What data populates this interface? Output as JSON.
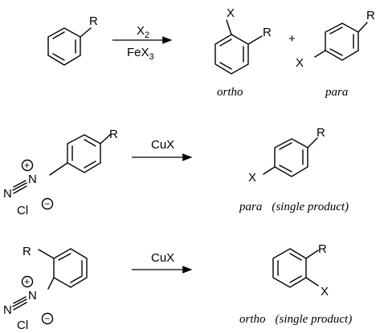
{
  "reaction1": {
    "reactant_substituent": "R",
    "reagent_top": "X",
    "reagent_top_sub": "2",
    "reagent_bottom_main": "FeX",
    "reagent_bottom_sub": "3",
    "plus": "+",
    "product_ortho": {
      "x_label": "X",
      "r_label": "R",
      "caption": "ortho"
    },
    "product_para": {
      "x_label": "X",
      "r_label": "R",
      "caption": "para"
    }
  },
  "reaction2": {
    "r_label": "R",
    "n_plus": "N",
    "n_terminal": "N",
    "charge_plus": "+",
    "counterion": "Cl",
    "charge_minus": "−",
    "reagent": "CuX",
    "product": {
      "x_label": "X",
      "r_label": "R",
      "caption_main": "para",
      "caption_note": "(single product)"
    }
  },
  "reaction3": {
    "r_label": "R",
    "n_plus": "N",
    "n_terminal": "N",
    "charge_plus": "+",
    "counterion": "Cl",
    "charge_minus": "−",
    "reagent": "CuX",
    "product": {
      "x_label": "X",
      "r_label": "R",
      "caption_main": "ortho",
      "caption_note": "(single product)"
    }
  }
}
